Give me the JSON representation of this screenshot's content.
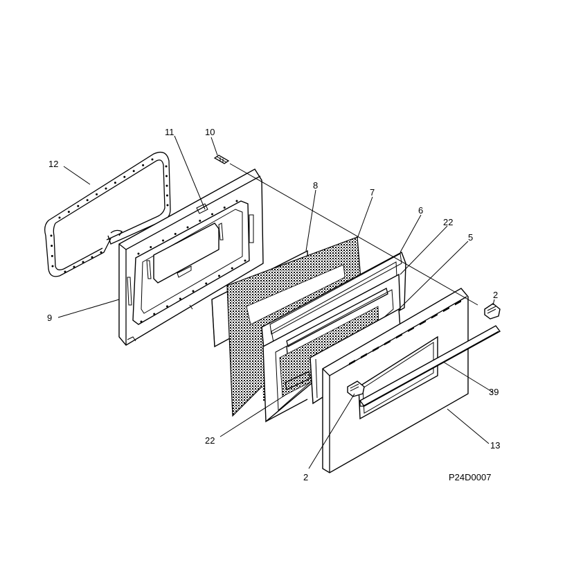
{
  "diagram": {
    "part_labels": [
      {
        "id": "p12",
        "text": "12"
      },
      {
        "id": "p11",
        "text": "11"
      },
      {
        "id": "p10",
        "text": "10"
      },
      {
        "id": "p8",
        "text": "8"
      },
      {
        "id": "p7",
        "text": "7"
      },
      {
        "id": "p6",
        "text": "6"
      },
      {
        "id": "p22a",
        "text": "22"
      },
      {
        "id": "p5",
        "text": "5"
      },
      {
        "id": "p9",
        "text": "9"
      },
      {
        "id": "p2a",
        "text": "2"
      },
      {
        "id": "p39",
        "text": "39"
      },
      {
        "id": "p13",
        "text": "13"
      },
      {
        "id": "p22b",
        "text": "22"
      },
      {
        "id": "p2b",
        "text": "2"
      }
    ],
    "drawing_code": "P24D0007"
  }
}
